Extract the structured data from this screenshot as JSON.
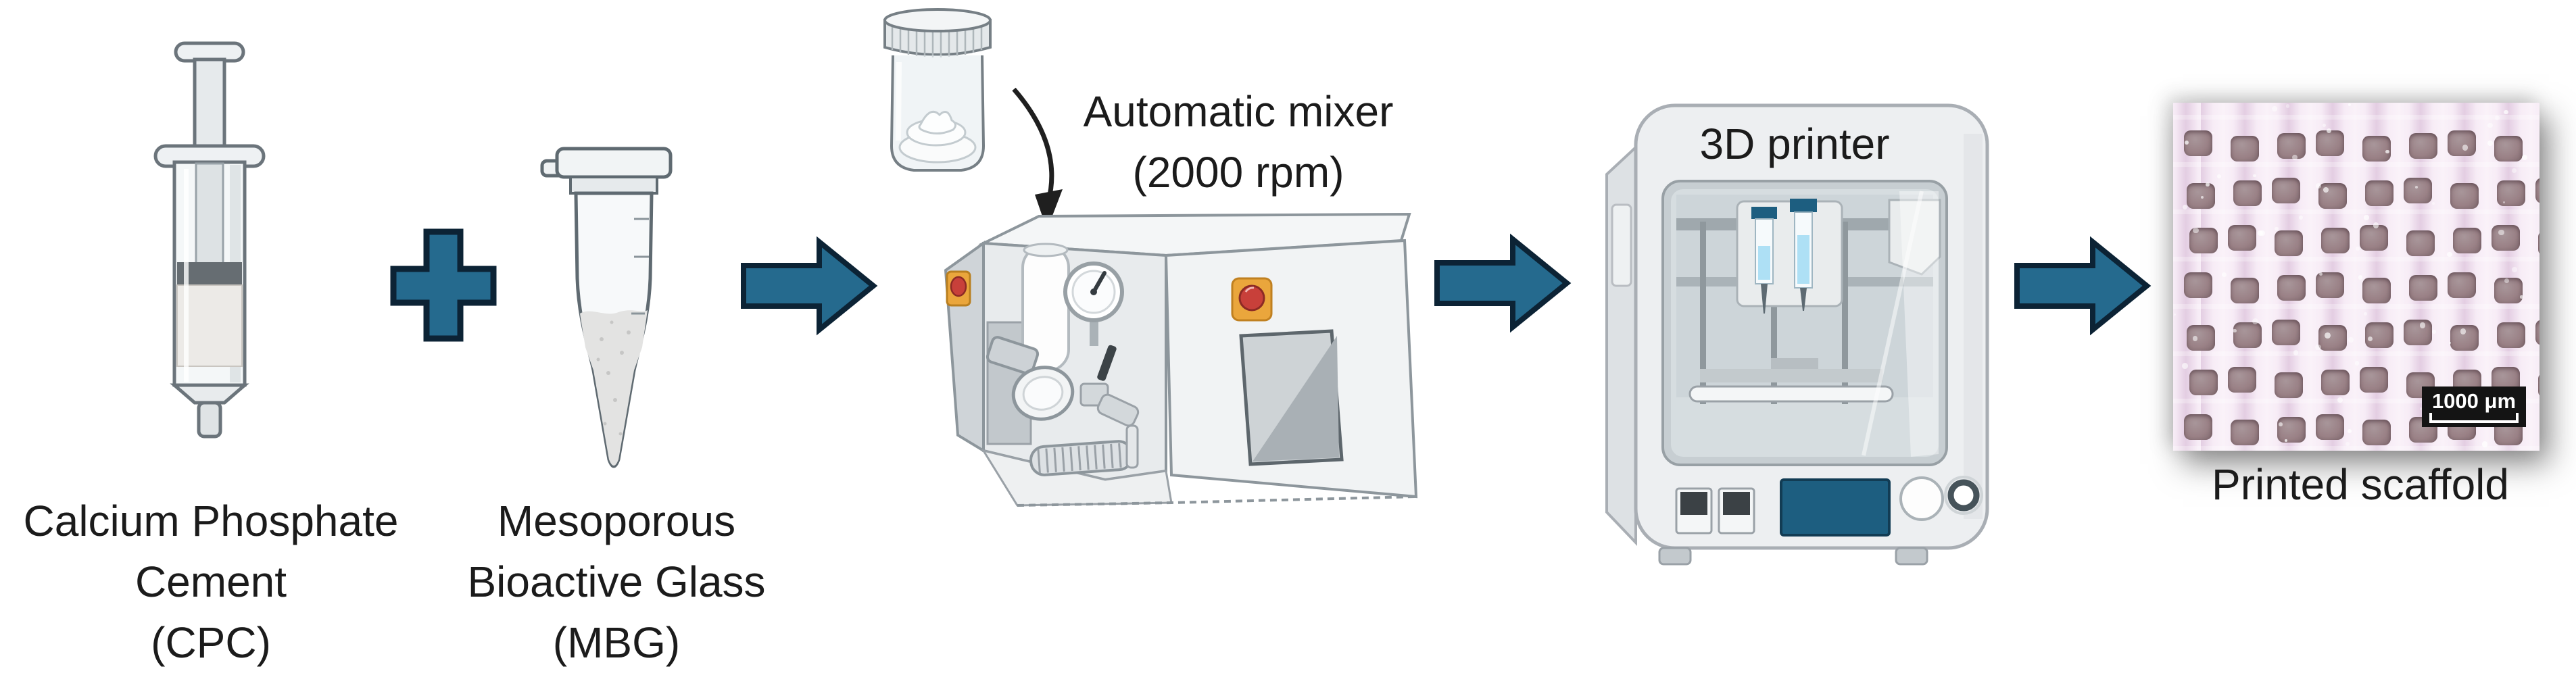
{
  "page": {
    "background": "#ffffff",
    "description": "Workflow diagram: CPC plus MBG mixed in automatic mixer, 3D printed into scaffold"
  },
  "colors": {
    "arrow_fill": "#256a8e",
    "arrow_border": "#0c2335",
    "panel_blue": "#1d5e80",
    "estop_red": "#c8403a",
    "estop_yellow": "#eaa63c",
    "scaffold_pink": "#f0e0ef",
    "scaffold_strand_dark": "#e3cde2",
    "pore": "#9a8186",
    "machine_gray": "#e8ebed",
    "text": "#1b1b1b"
  },
  "labels": {
    "cpc": [
      "Calcium Phosphate",
      "Cement",
      "(CPC)"
    ],
    "mbg": [
      "Mesoporous",
      "Bioactive Glass",
      "(MBG)"
    ],
    "mixer": [
      "Automatic mixer",
      "(2000 rpm)"
    ],
    "printer": "3D printer",
    "scaffold": "Printed scaffold",
    "scale_bar": "1000 μm"
  },
  "icons": {
    "syringe": "syringe-icon",
    "plus": "plus-icon",
    "tube": "microcentrifuge-tube-icon",
    "flow_arrow": "flow-arrow-right-icon",
    "jar": "paste-jar-icon",
    "curved_arrow": "curved-down-arrow-icon",
    "mixer": "automatic-mixer-icon",
    "printer": "printer-3d-icon",
    "scaffold_micrograph": "printed-scaffold-image",
    "scale_bracket": "scale-bracket-icon"
  },
  "scaffold": {
    "rows": 7,
    "cols": 9
  }
}
